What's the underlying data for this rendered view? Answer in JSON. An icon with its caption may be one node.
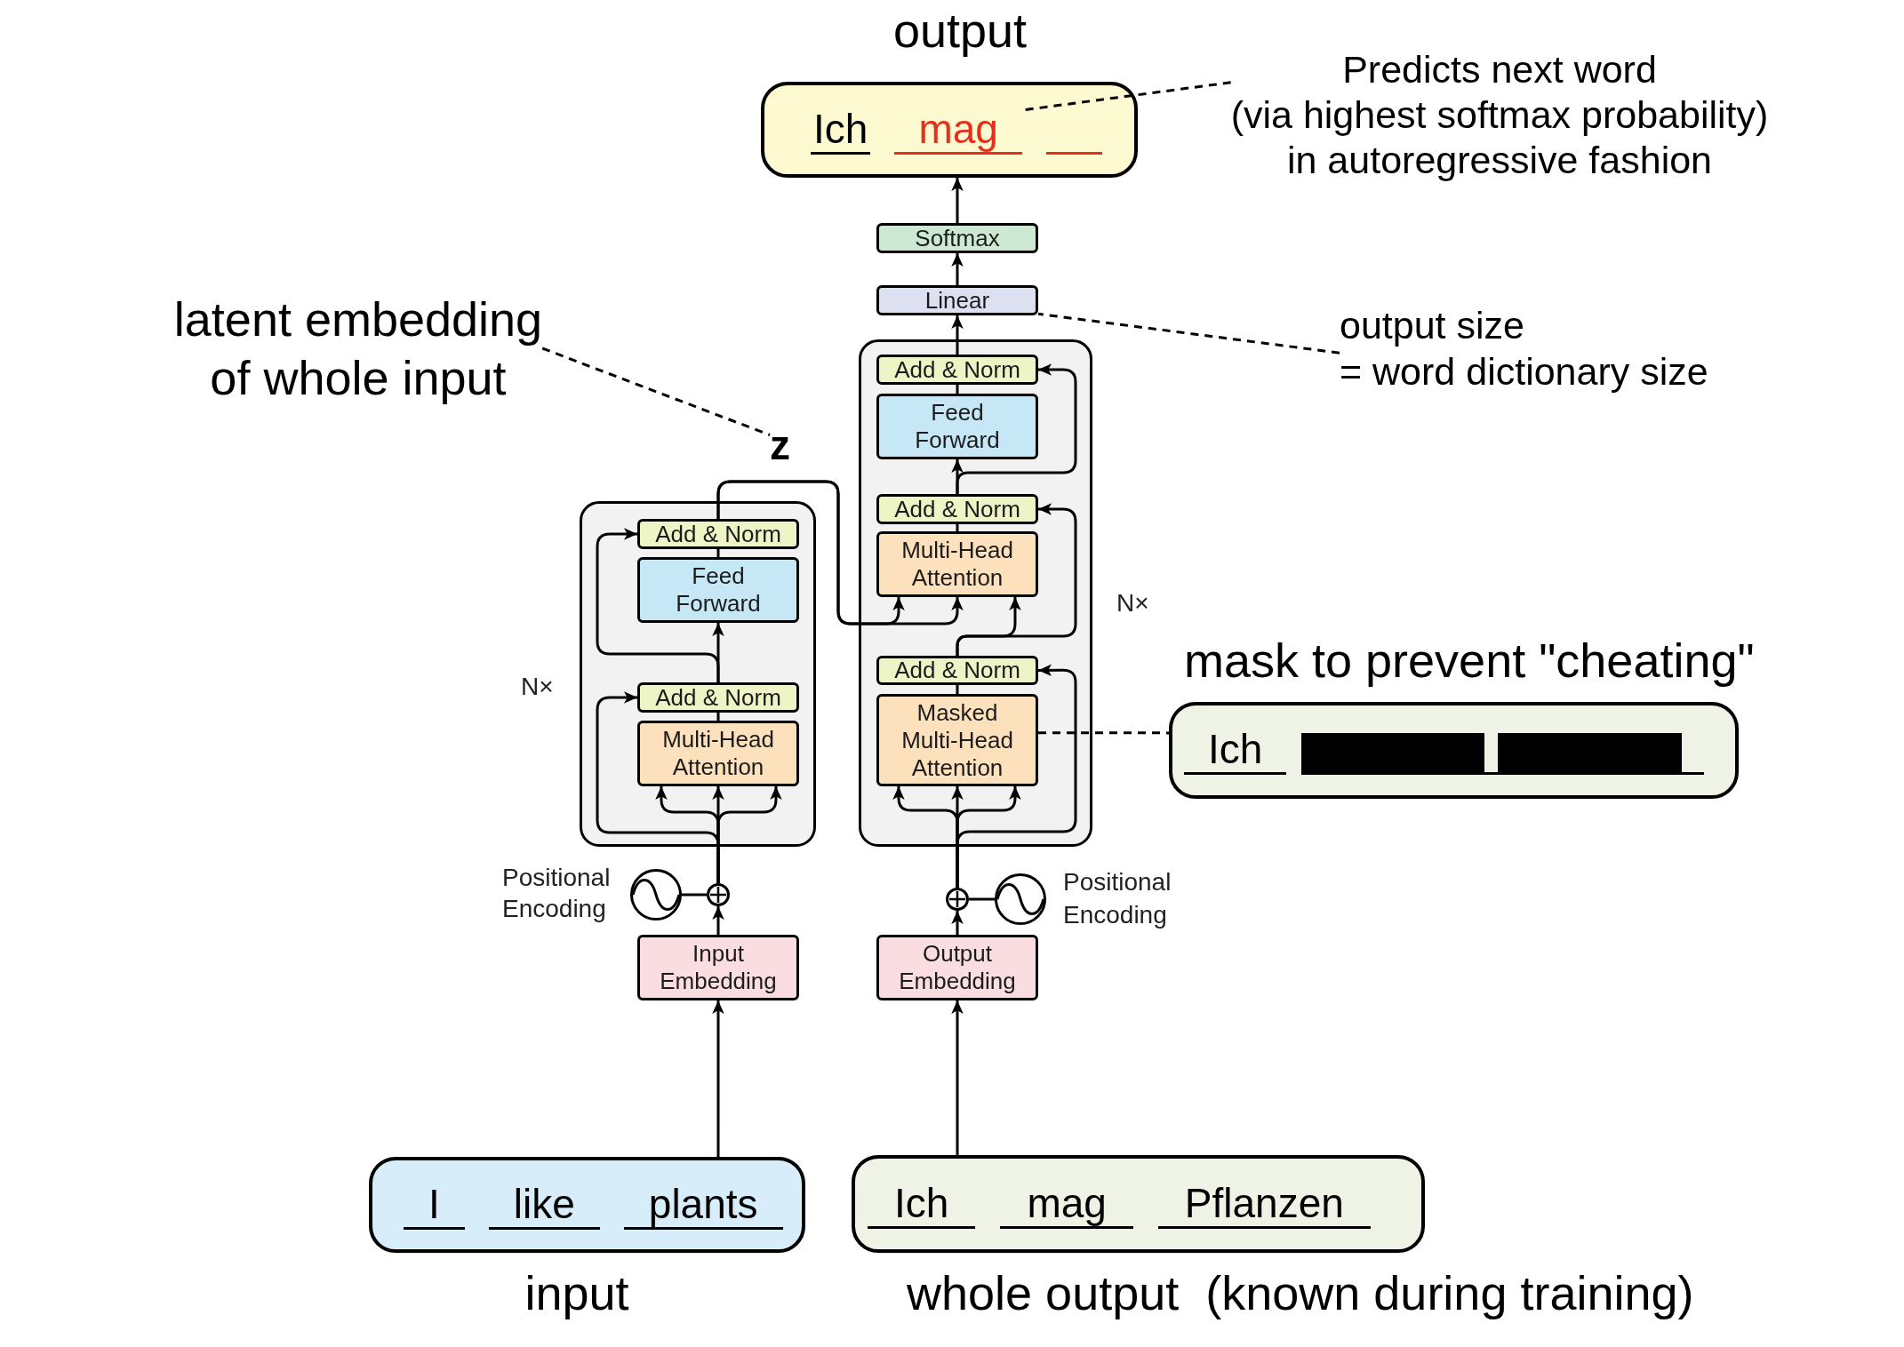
{
  "diagram": {
    "nodes": [
      {
        "text": [
          "Ich"
        ],
        "beside": [
          "output"
        ]
      },
      {
        "text": [
          "mag"
        ],
        "in": 0
      },
      {
        "text": [
          "Predicts next word (via highest softmax probability) in autoregressive fashion"
        ]
      },
      {
        "text": [
          "Softmax"
        ]
      },
      {
        "text": [
          "Linear"
        ]
      },
      {
        "text": [
          "output size = word dictionary size"
        ]
      },
      {
        "text": [
          "latent embedding of whole input"
        ]
      },
      {
        "text": [
          "z"
        ]
      },
      {
        "text": [],
        "shape": "box",
        "beside": [
          "N×"
        ]
      },
      {
        "text": [
          "Add & Norm"
        ],
        "in": 8
      },
      {
        "text": [
          "Feed Forward"
        ],
        "in": 8
      },
      {
        "text": [
          "Add & Norm"
        ],
        "in": 8
      },
      {
        "text": [
          "Multi-Head Attention"
        ],
        "in": 8
      },
      {
        "text": [
          "Add & Norm"
        ],
        "in": 8
      },
      {
        "text": [
          "Masked Multi-Head Attention"
        ],
        "in": 8
      },
      {
        "text": [],
        "shape": "box",
        "beside": [
          "N×"
        ]
      },
      {
        "text": [
          "Add & Norm"
        ],
        "in": 15
      },
      {
        "text": [
          "Feed Forward"
        ],
        "in": 15
      },
      {
        "text": [
          "Add & Norm"
        ],
        "in": 15
      },
      {
        "text": [
          "Multi-Head Attention"
        ],
        "in": 15
      },
      {
        "text": [
          "Ich"
        ],
        "beside": [
          "mask to prevent \"cheating\""
        ]
      },
      {
        "text": [],
        "shape": "circle"
      },
      {
        "text": [],
        "shape": "circle",
        "beside": [
          "Positional Encoding"
        ]
      },
      {
        "text": [],
        "shape": "circle"
      },
      {
        "text": [],
        "shape": "circle",
        "beside": [
          "Positional Encoding"
        ]
      },
      {
        "text": [
          "Input Embedding"
        ]
      },
      {
        "text": [
          "Output Embedding"
        ]
      },
      {
        "text": [
          "I",
          "like",
          "plants"
        ],
        "beside": [
          "input"
        ]
      },
      {
        "text": [
          "Ich",
          "mag",
          "Pflanzen"
        ],
        "beside": [
          "whole output  (known during training)"
        ]
      }
    ],
    "edges": [
      {
        "from": 27,
        "to": 25,
        "arrow": "to"
      },
      {
        "from": 25,
        "to": 21,
        "arrow": "to"
      },
      {
        "from": 22,
        "to": 21,
        "arrow": "none"
      },
      {
        "from": 21,
        "to": 19,
        "arrow": "to"
      },
      {
        "from": 21,
        "to": 19,
        "arrow": "to"
      },
      {
        "from": 21,
        "to": 19,
        "arrow": "to"
      },
      {
        "from": 21,
        "to": 18,
        "arrow": "to"
      },
      {
        "from": 19,
        "to": 18,
        "arrow": "none"
      },
      {
        "from": 18,
        "to": 17,
        "arrow": "to"
      },
      {
        "from": 18,
        "to": 16,
        "arrow": "to"
      },
      {
        "from": 17,
        "to": 16,
        "arrow": "none"
      },
      {
        "from": 16,
        "to": 12,
        "arrow": "to"
      },
      {
        "from": 16,
        "to": 12,
        "arrow": "to"
      },
      {
        "from": 13,
        "to": 12,
        "arrow": "to"
      },
      {
        "from": 14,
        "to": 13,
        "arrow": "none"
      },
      {
        "from": 13,
        "to": 11,
        "arrow": "to"
      },
      {
        "from": 12,
        "to": 11,
        "arrow": "none"
      },
      {
        "from": 11,
        "to": 10,
        "arrow": "to"
      },
      {
        "from": 11,
        "to": 9,
        "arrow": "to"
      },
      {
        "from": 10,
        "to": 9,
        "arrow": "none"
      },
      {
        "from": 9,
        "to": 4,
        "arrow": "to"
      },
      {
        "from": 4,
        "to": 3,
        "arrow": "to"
      },
      {
        "from": 3,
        "to": 0,
        "arrow": "to"
      },
      {
        "from": 28,
        "to": 26,
        "arrow": "to"
      },
      {
        "from": 26,
        "to": 23,
        "arrow": "to"
      },
      {
        "from": 24,
        "to": 23,
        "arrow": "none"
      },
      {
        "from": 23,
        "to": 14,
        "arrow": "to"
      },
      {
        "from": 23,
        "to": 14,
        "arrow": "to"
      },
      {
        "from": 23,
        "to": 14,
        "arrow": "to"
      },
      {
        "from": 23,
        "to": 13,
        "arrow": "to"
      },
      {
        "from": 2,
        "to": 1,
        "arrow": "none",
        "style": "dashed"
      },
      {
        "from": 5,
        "to": 4,
        "arrow": "none",
        "style": "dashed"
      },
      {
        "from": 6,
        "to": 7,
        "arrow": "none",
        "style": "dashed"
      },
      {
        "from": 14,
        "to": 20,
        "arrow": "none",
        "style": "dashed"
      }
    ]
  }
}
